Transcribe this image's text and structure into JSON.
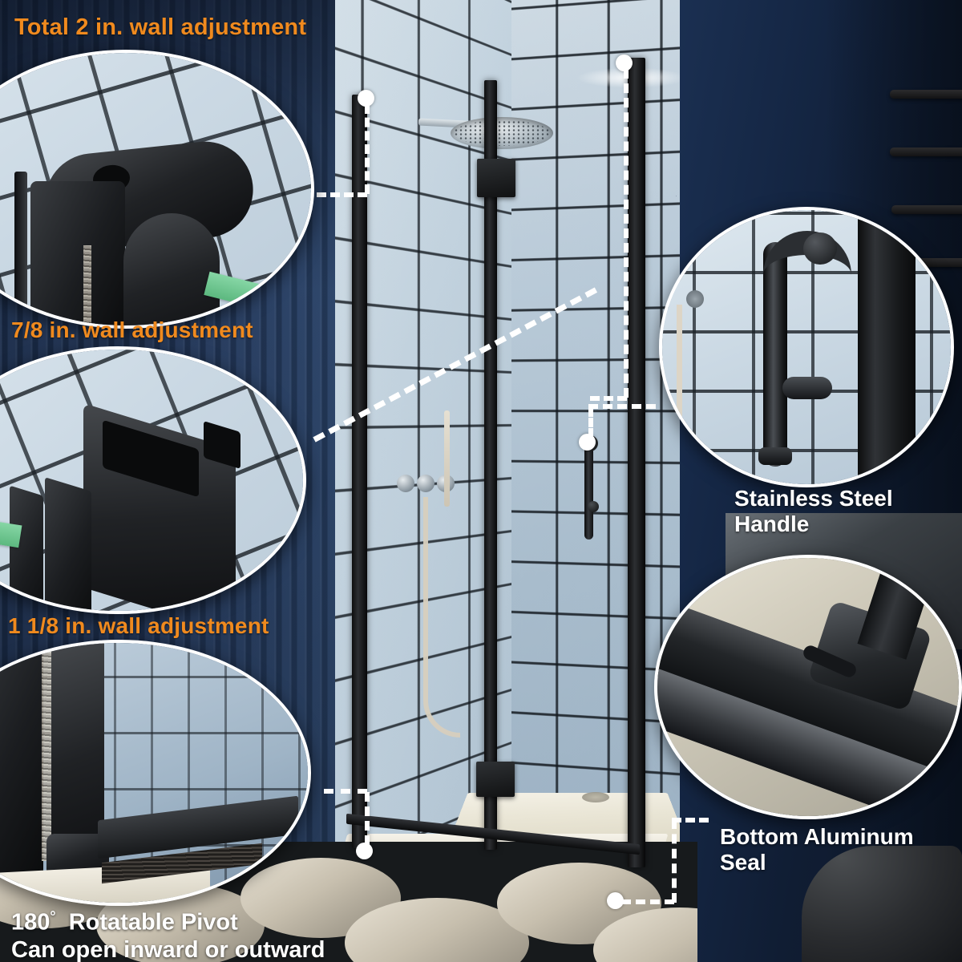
{
  "product": {
    "title": "Frameless Pivot Shower Door Feature Callouts",
    "accent_orange": "#F08A1E",
    "label_white": "#FFFFFF",
    "wall_navy": "#15253D",
    "tile_blue": "#BCCDDA",
    "frame_black": "#17181A",
    "tray_cream": "#EDE8D8",
    "seal_green": "#6FC892"
  },
  "callouts": [
    {
      "id": "total-adjustment",
      "label": "Total 2 in. wall adjustment",
      "label_color": "orange",
      "position": "top-left",
      "depicts": "wall-profile-top-cap-with-pivot-hinge"
    },
    {
      "id": "upper-adjustment",
      "label": "7/8 in. wall adjustment",
      "label_color": "orange",
      "position": "middle-left",
      "depicts": "aluminum-wall-profile-cross-section"
    },
    {
      "id": "lower-adjustment",
      "label": "1 1/8 in. wall adjustment",
      "label_color": "orange",
      "position": "lower-left",
      "depicts": "pivot-post-at-base-of-door"
    },
    {
      "id": "rotatable-pivot",
      "label_line1": "180",
      "label_degree": "°",
      "label_line1b": "Rotatable Pivot",
      "label_line2": "Can open inward or outward",
      "label_color": "white",
      "position": "bottom-left"
    },
    {
      "id": "stainless-handle",
      "label": "Stainless Steel Handle",
      "label_color": "white",
      "position": "right-upper",
      "depicts": "black-d-shaped-door-pull-handle"
    },
    {
      "id": "bottom-seal",
      "label": "Bottom Aluminum Seal",
      "label_color": "white",
      "position": "right-lower",
      "depicts": "aluminum-bottom-sweep-seal-rail"
    }
  ],
  "scene": {
    "room_description": "Tiled shower alcove with black framed glass pivot door",
    "fixtures": [
      "rainfall-shower-head",
      "handheld-shower-wand",
      "three-valve-mixer",
      "shower-tray",
      "drain",
      "towel-bars"
    ],
    "leader_points": 6
  }
}
